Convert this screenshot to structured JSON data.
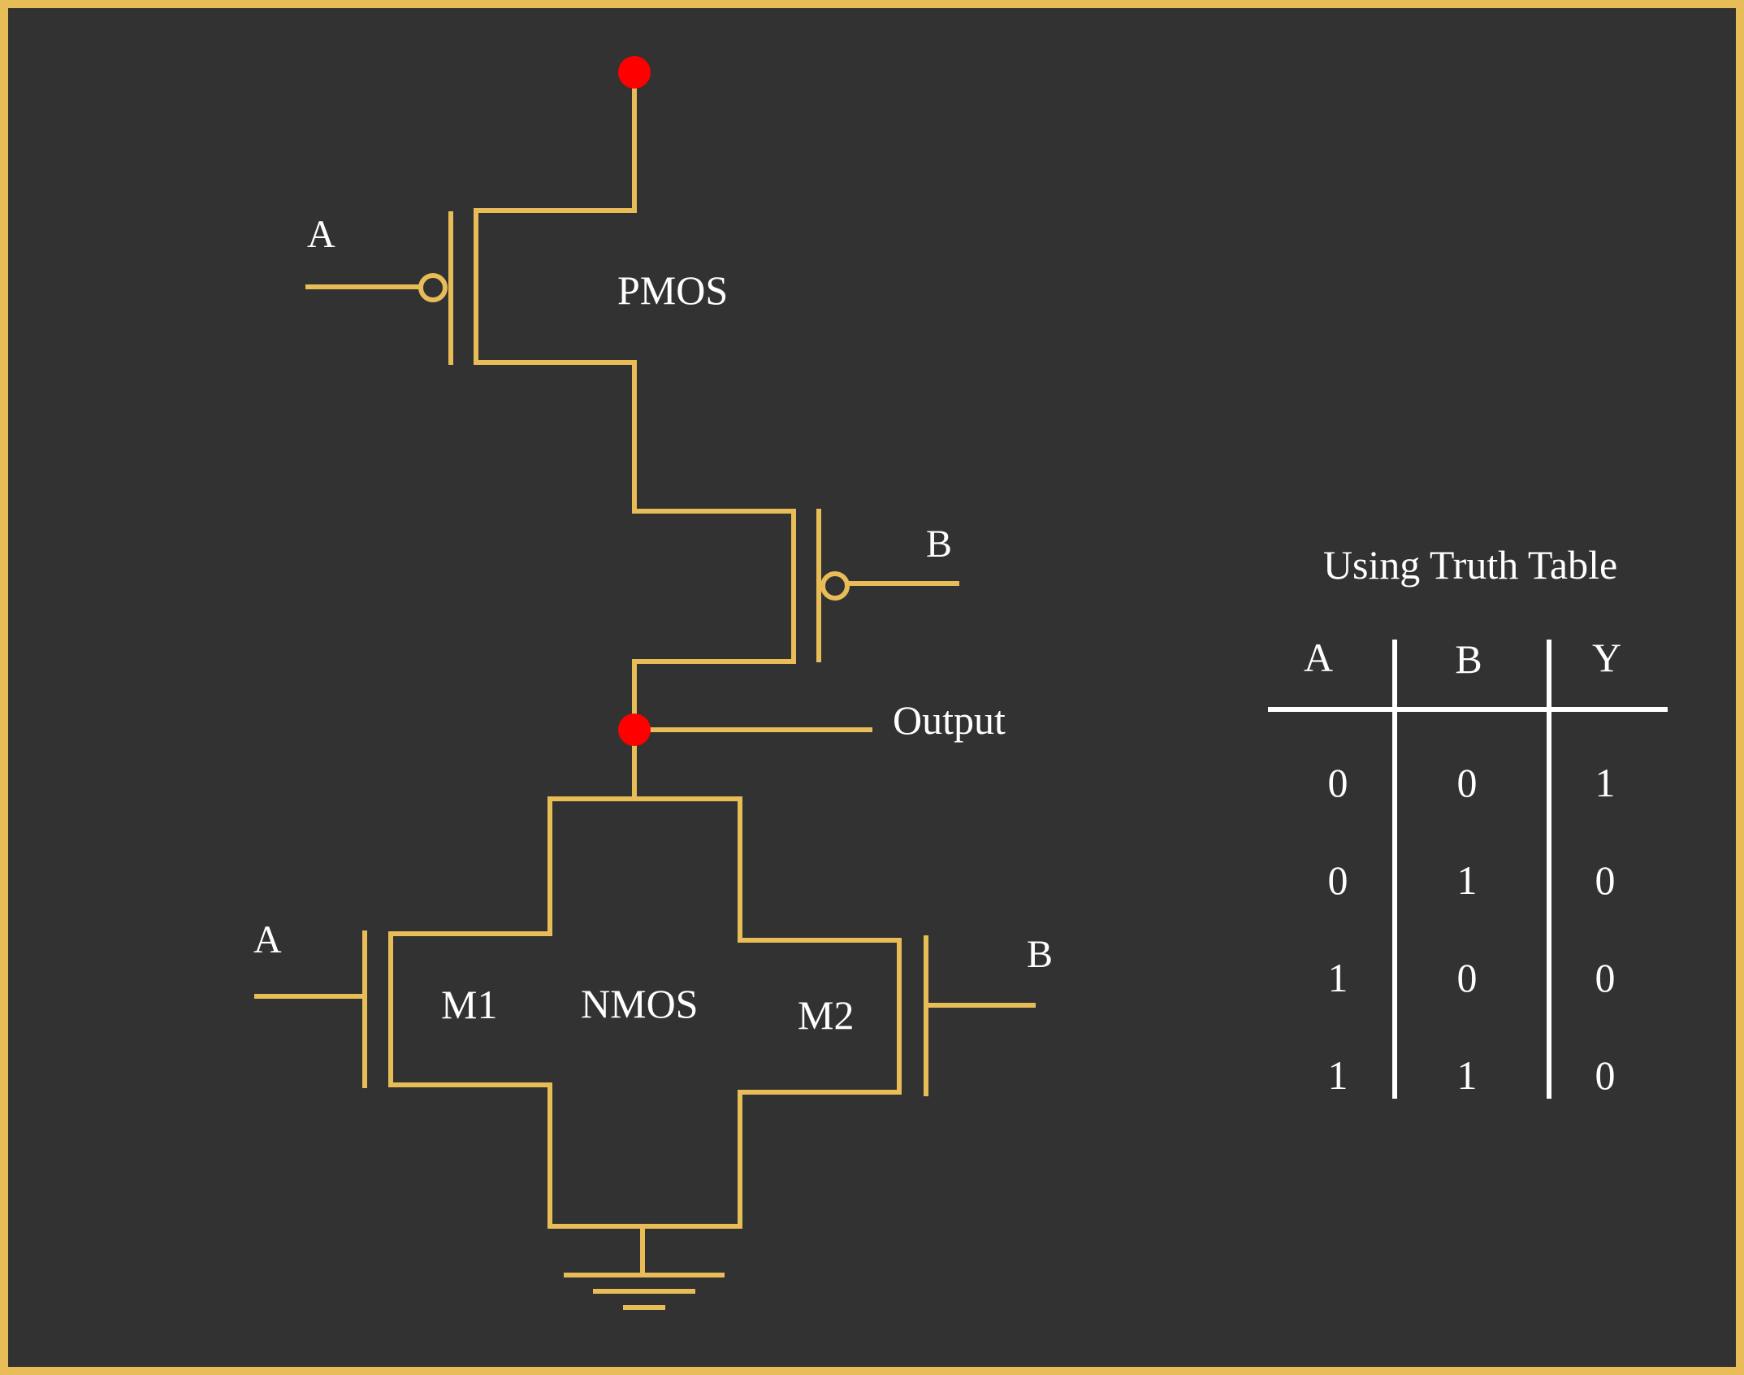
{
  "colors": {
    "background": "#323232",
    "border": "#E8BC57",
    "wire": "#E8BC57",
    "node": "#FF0000",
    "text": "#FFFFFF",
    "table_lines": "#FFFFFF"
  },
  "circuit": {
    "pmos_label": "PMOS",
    "nmos_label": "NMOS",
    "output_label": "Output",
    "pmos_top_input": "A",
    "pmos_bottom_input": "B",
    "nmos_left_input": "A",
    "nmos_right_input": "B",
    "m1_label": "M1",
    "m2_label": "M2",
    "icons": [
      "vdd-node",
      "output-node",
      "ground-icon"
    ]
  },
  "truth_table": {
    "title": "Using Truth Table",
    "headers": [
      "A",
      "B",
      "Y"
    ],
    "rows": [
      [
        "0",
        "0",
        "1"
      ],
      [
        "0",
        "1",
        "0"
      ],
      [
        "1",
        "0",
        "0"
      ],
      [
        "1",
        "1",
        "0"
      ]
    ]
  }
}
